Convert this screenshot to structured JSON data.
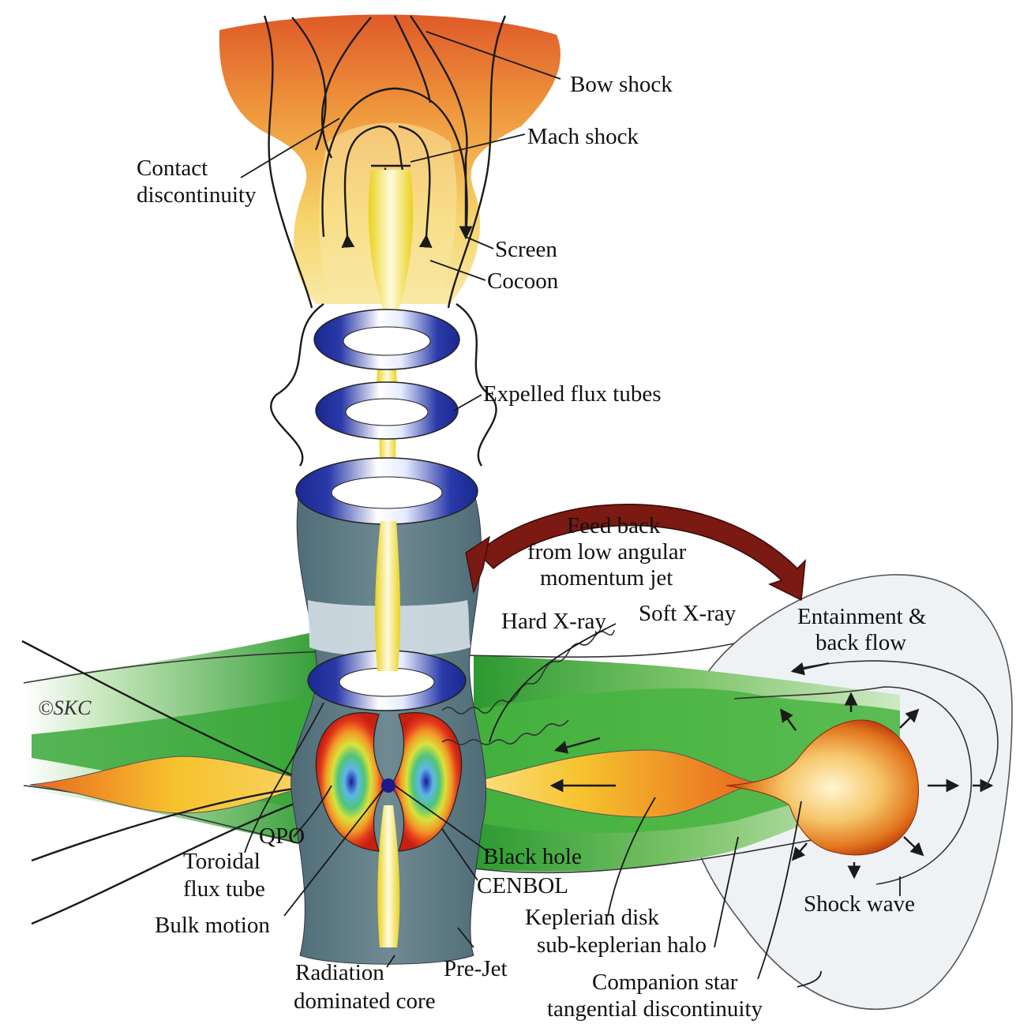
{
  "labels": {
    "bow_shock": "Bow shock",
    "mach_shock": "Mach shock",
    "contact_1": "Contact",
    "contact_2": "discontinuity",
    "screen": "Screen",
    "cocoon": "Cocoon",
    "expelled_flux_tubes": "Expelled flux tubes",
    "feedback_1": "Feed back",
    "feedback_2": "from low angular",
    "feedback_3": "momentum jet",
    "hard_xray": "Hard X-ray",
    "soft_xray": "Soft X-ray",
    "entrainment_1": "Entainment &",
    "entrainment_2": "back flow",
    "copyright": "©SKC",
    "qpo": "QPO",
    "toroidal_1": "Toroidal",
    "toroidal_2": "flux tube",
    "bulk_motion": "Bulk motion",
    "black_hole": "Black hole",
    "cenbol": "CENBOL",
    "keplerian_disk": "Keplerian disk",
    "sub_keplerian_halo": "sub-keplerian halo",
    "shock_wave": "Shock wave",
    "radiation_1": "Radiation",
    "radiation_2": "dominated core",
    "pre_jet": "Pre-Jet",
    "companion_1": "Companion star",
    "companion_2": "tangential discontinuity"
  },
  "colors": {
    "lobe_top": "#e0602a",
    "lobe_bottom": "#f8e090",
    "jet_yellow": "#f6e53a",
    "ring_blue": "#1f2f9a",
    "nozzle_gray": "#5f7a82",
    "disk_green": "#3fae3a",
    "halo_gray": "#e8eef2",
    "star_core": "#fff2c4",
    "star_edge": "#c0400e",
    "feedback_arrow": "#7a1a12"
  }
}
